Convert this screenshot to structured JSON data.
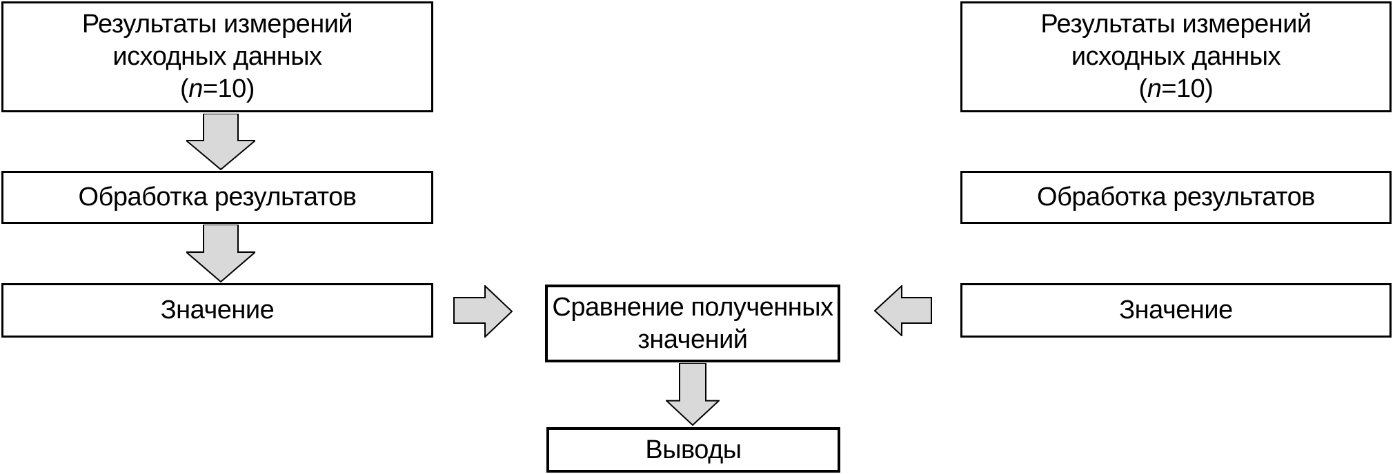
{
  "left_column": {
    "results": {
      "line1": "Результаты измерений",
      "line2": "исходных данных",
      "paren_open": "(",
      "var_name": "n",
      "var_rest": "=10)"
    },
    "processing": {
      "label": "Обработка результатов"
    },
    "value": {
      "label": "Значение"
    }
  },
  "right_column": {
    "results": {
      "line1": "Результаты измерений",
      "line2": "исходных данных",
      "paren_open": "(",
      "var_name": "n",
      "var_rest": "=10)"
    },
    "processing": {
      "label": "Обработка результатов"
    },
    "value": {
      "label": "Значение"
    }
  },
  "center": {
    "comparison": {
      "line1": "Сравнение полученных",
      "line2": "значений"
    },
    "conclusions": {
      "label": "Выводы"
    }
  },
  "colors": {
    "background": "#ffffff",
    "box_fill": "#ffffff",
    "box_border": "#000000",
    "arrow_fill": "#d9d9d9",
    "arrow_outline": "#000000",
    "text": "#000000"
  }
}
